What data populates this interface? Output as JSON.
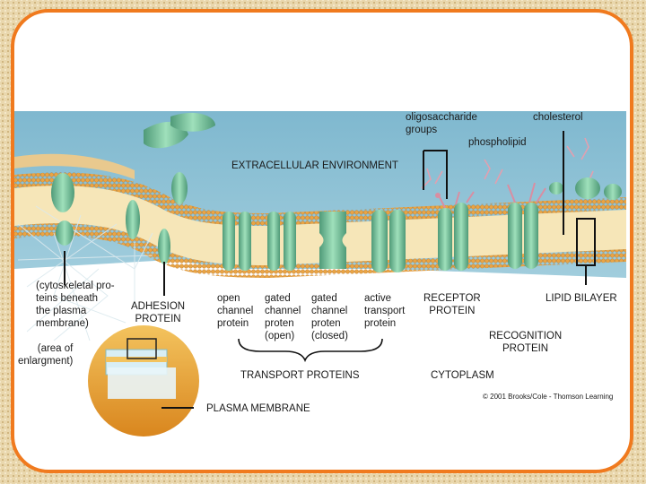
{
  "labels": {
    "oligosaccharide": "oligosaccharide\ngroups",
    "cholesterol": "cholesterol",
    "phospholipid": "phospholipid",
    "extracellular": "EXTRACELLULAR ENVIRONMENT",
    "cytoskeletal": "(cytoskeletal pro-\nteins beneath\nthe plasma\nmembrane)",
    "adhesion": "ADHESION\nPROTEIN",
    "open_channel": "open\nchannel\nprotein",
    "gated_open": "gated\nchannel\nproten\n(open)",
    "gated_closed": "gated\nchannel\nproten\n(closed)",
    "active_transport": "active\ntransport\nprotein",
    "receptor": "RECEPTOR\nPROTEIN",
    "lipid_bilayer": "LIPID BILAYER",
    "recognition": "RECOGNITION\nPROTEIN",
    "area_enlargement": "(area of\nenlargment)",
    "transport_proteins": "TRANSPORT PROTEINS",
    "cytoplasm": "CYTOPLASM",
    "plasma_membrane": "PLASMA MEMBRANE",
    "copyright": "© 2001 Brooks/Cole - Thomson Learning"
  },
  "colors": {
    "frame_border": "#f07a1e",
    "protein": "#7ec9a0",
    "lipid_head": "#e8a64a",
    "background_blue": "#8ec3d8"
  }
}
